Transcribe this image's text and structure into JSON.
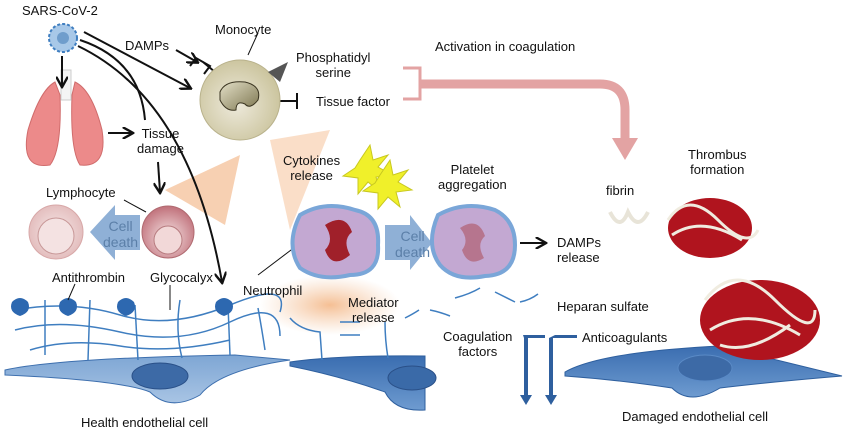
{
  "figure": {
    "labels": {
      "virus": "SARS-CoV-2",
      "damps_in": "DAMPs",
      "monocyte": "Monocyte",
      "phosphatidyl_serine_1": "Phosphatidyl",
      "phosphatidyl_serine_2": "serine",
      "tissue_factor": "Tissue factor",
      "activation": "Activation in coagulation",
      "tissue_damage_1": "Tissue",
      "tissue_damage_2": "damage",
      "cytokines_1": "Cytokines",
      "cytokines_2": "release",
      "platelet_1": "Platelet",
      "platelet_2": "aggregation",
      "thrombus_1": "Thrombus",
      "thrombus_2": "formation",
      "fibrin": "fibrin",
      "lymphocyte": "Lymphocyte",
      "cell_death_1a": "Cell",
      "cell_death_1b": "death",
      "cell_death_2a": "Cell",
      "cell_death_2b": "death",
      "damps_out_1": "DAMPs",
      "damps_out_2": "release",
      "neutrophil": "Neutrophil",
      "antithrombin": "Antithrombin",
      "glycocalyx": "Glycocalyx",
      "mediator_1": "Mediator",
      "mediator_2": "release",
      "heparan": "Heparan sulfate",
      "coag_factors_1": "Coagulation",
      "coag_factors_2": "factors",
      "anticoagulants": "Anticoagulants",
      "healthy_cell": "Health endothelial cell",
      "damaged_cell": "Damaged endothelial cell"
    },
    "colors": {
      "endothelium": "#6a94c6",
      "endothelium_dark": "#2e5f9e",
      "activation_arrow": "#e0a0a0",
      "monocyte": "#d8d2b0",
      "lung": "#ec8a8a",
      "rbc": "#b0141e",
      "platelet": "#e6e62a",
      "cytokine": "#f6c8a0"
    }
  }
}
